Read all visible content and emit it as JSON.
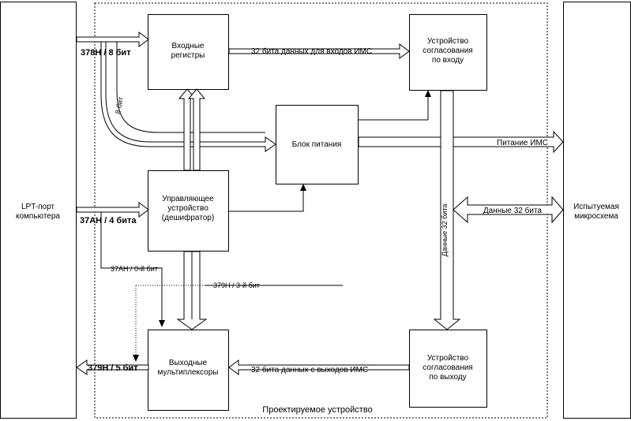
{
  "blocks": {
    "lpt": [
      "LPT-порт",
      "компьютера"
    ],
    "input_registers": [
      "Входные",
      "регистры"
    ],
    "input_matching": [
      "Устройство",
      "согласования",
      "по входу"
    ],
    "power": [
      "Блок питания"
    ],
    "control": [
      "Управляющее",
      "устройство",
      "(дешифратор)"
    ],
    "output_mux": [
      "Выходные",
      "мультиплексоры"
    ],
    "output_matching": [
      "Устройство",
      "согласования",
      "по выходу"
    ],
    "chip": [
      "Испытуемая",
      "микросхема"
    ]
  },
  "labels": {
    "port_378": "378H / 8 бит",
    "port_37a": "37AH / 4 бита",
    "port_379": "379H / 5 бит",
    "bits_8": "8 бит",
    "data_in": "32 бита данных для входов ИМС",
    "data_out": "32 бита данных с выходов ИМС",
    "power_out": "Питание ИМС",
    "data_32": "Данные 32 бита",
    "data_32_vert": "Данные 32 бита",
    "ctrl_37a_bit0": "37AH / 0-й бит",
    "ctrl_379_bit3": "379H / 3-й бит",
    "region": "Проектируемое устройство"
  }
}
